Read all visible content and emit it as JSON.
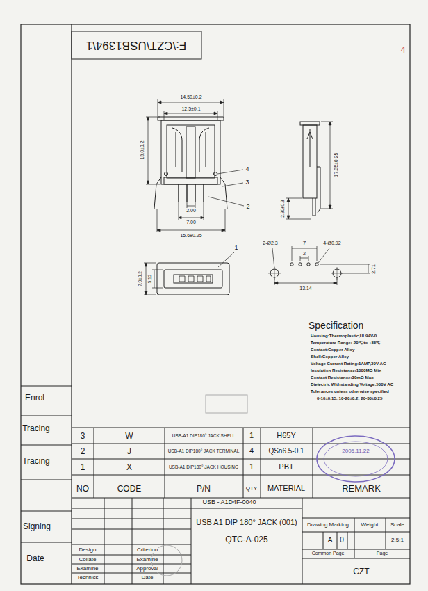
{
  "diagram": {
    "labels": [
      "F:\\CZT\\USB1394\\1",
      "4",
      "14.50±0.2",
      "12.5±0.1",
      "13.0±0.2",
      "4",
      "3",
      "2",
      "2.00",
      "7.00",
      "15.6±0.25",
      "17.35±0.25",
      "2.90±0.3",
      "1",
      "2-Ø2.3",
      "7",
      "2",
      "4-Ø0.92",
      "7.0±0.2",
      "5.12",
      "13.14",
      "2.71",
      "Specification",
      "Housing:Thermoplastic,UL94V-0",
      "Temperature Range:-20℃ to +85℃",
      "Contact:Copper Alloy",
      "Shell:Copper Alloy",
      "Voltage Current Rating:1AMP,30V AC",
      "Insulation Resistance:1000MΩ Min",
      "Contact Resistance:30mΩ Max",
      "Dielectric Withstanding Voltage:500V AC",
      "Tolerances unless otherwise specified",
      "0-10±0.15; 10-20±0.2; 20-30±0.25",
      "Enrol",
      "Tracing",
      "Tracing",
      "Signing",
      "Date",
      "3",
      "W",
      "USB-A1 DIP180° JACK SHELL",
      "1",
      "H65Y",
      "2",
      "J",
      "USB-A1 DIP180° JACK TERMINAL",
      "4",
      "QSn6.5-0.1",
      "1",
      "X",
      "USB-A1 DIP180° JACK HOUSING",
      "1",
      "PBT",
      "NO",
      "CODE",
      "P/N",
      "QTY",
      "MATERIAL",
      "REMARK",
      "USB - A1D4F-0040",
      "USB A1 DIP 180° JACK (001)",
      "QTC-A-025",
      "Drawing Marking",
      "Weight",
      "Scale",
      "A",
      "0",
      "2.5:1",
      "Common Page",
      "Page",
      "CZT",
      "Design",
      "Collate",
      "Examine",
      "Technics",
      "Criterion",
      "Examine",
      "Approval",
      "Date",
      "2005.11.22"
    ]
  }
}
